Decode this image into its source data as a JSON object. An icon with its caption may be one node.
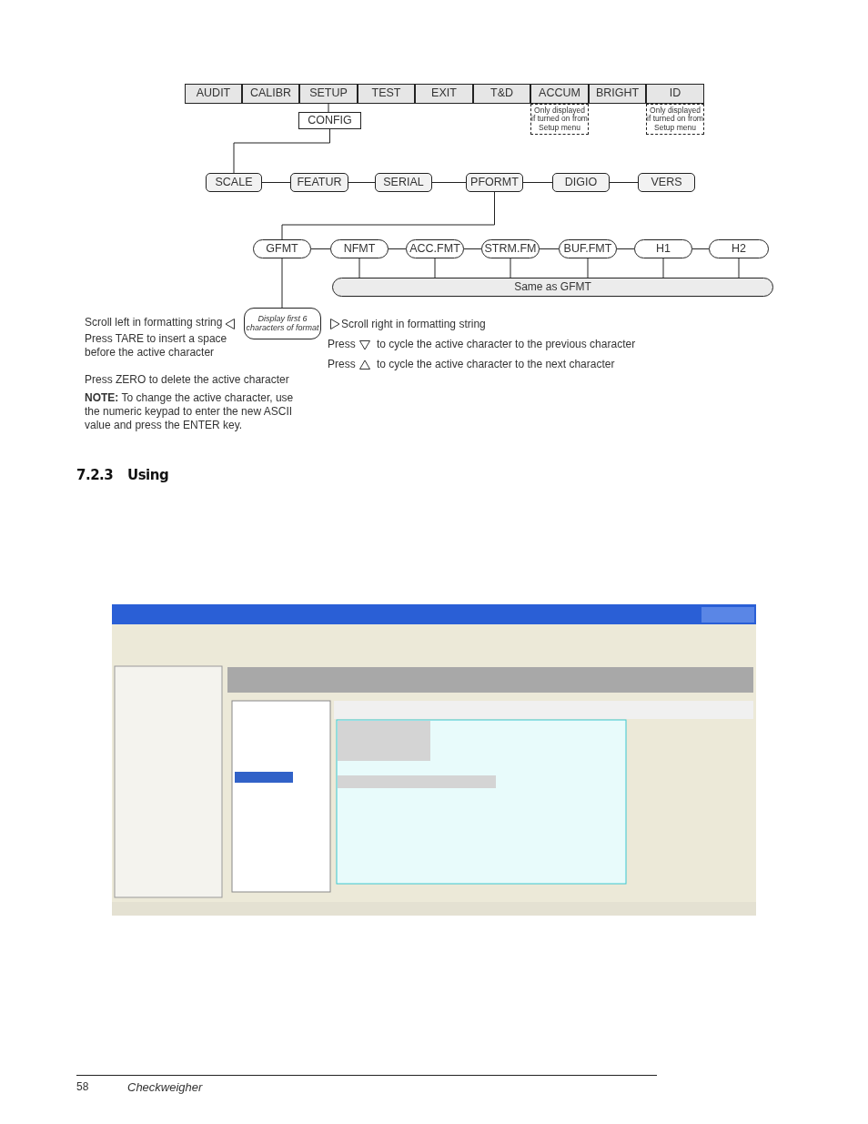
{
  "diagram": {
    "nodes": [
      {
        "text": [
          "AUDIT"
        ]
      },
      {
        "text": [
          "CALIBR"
        ]
      },
      {
        "text": [
          "SETUP"
        ]
      },
      {
        "text": [
          "TEST"
        ]
      },
      {
        "text": [
          "EXIT"
        ]
      },
      {
        "text": [
          "T&D"
        ]
      },
      {
        "text": [
          "ACCUM"
        ]
      },
      {
        "text": [
          "BRIGHT"
        ]
      },
      {
        "text": [
          "ID"
        ]
      },
      {
        "text": [
          "Only displayed if turned on from Setup menu"
        ]
      },
      {
        "text": [
          "CONFIG"
        ]
      },
      {
        "text": [
          "Only displayed if turned on from Setup menu"
        ]
      },
      {
        "text": [
          "SCALE"
        ]
      },
      {
        "text": [
          "FEATUR"
        ]
      },
      {
        "text": [
          "SERIAL"
        ]
      },
      {
        "text": [
          "PFORMT"
        ]
      },
      {
        "text": [
          "DIGIO"
        ]
      },
      {
        "text": [
          "VERS"
        ]
      },
      {
        "text": [
          "GFMT"
        ]
      },
      {
        "text": [
          "NFMT"
        ]
      },
      {
        "text": [
          "ACC.FMT"
        ]
      },
      {
        "text": [
          "STRM.FM"
        ]
      },
      {
        "text": [
          "BUF.FMT"
        ]
      },
      {
        "text": [
          "H1"
        ]
      },
      {
        "text": [
          "H2"
        ]
      },
      {
        "text": [
          "Same as GFMT"
        ]
      },
      {
        "text": [
          "Display first 6 characters of format"
        ]
      }
    ],
    "edges": [
      {
        "from": 2,
        "to": 10,
        "arrow": "none"
      },
      {
        "from": 10,
        "to": 12,
        "arrow": "none"
      },
      {
        "from": 12,
        "to": 13,
        "arrow": "none"
      },
      {
        "from": 13,
        "to": 14,
        "arrow": "none"
      },
      {
        "from": 14,
        "to": 15,
        "arrow": "none"
      },
      {
        "from": 15,
        "to": 16,
        "arrow": "none"
      },
      {
        "from": 16,
        "to": 17,
        "arrow": "none"
      },
      {
        "from": 15,
        "to": 18,
        "arrow": "none"
      },
      {
        "from": 18,
        "to": 19,
        "arrow": "none"
      },
      {
        "from": 19,
        "to": 20,
        "arrow": "none"
      },
      {
        "from": 20,
        "to": 21,
        "arrow": "none"
      },
      {
        "from": 21,
        "to": 22,
        "arrow": "none"
      },
      {
        "from": 22,
        "to": 23,
        "arrow": "none"
      },
      {
        "from": 23,
        "to": 24,
        "arrow": "none"
      },
      {
        "from": 19,
        "to": 25,
        "arrow": "none"
      },
      {
        "from": 20,
        "to": 25,
        "arrow": "none"
      },
      {
        "from": 21,
        "to": 25,
        "arrow": "none"
      },
      {
        "from": 22,
        "to": 25,
        "arrow": "none"
      },
      {
        "from": 23,
        "to": 25,
        "arrow": "none"
      },
      {
        "from": 24,
        "to": 25,
        "arrow": "none"
      },
      {
        "from": 18,
        "to": 26,
        "arrow": "none"
      }
    ],
    "labels": [
      "Scroll left in formatting string",
      "Scroll right in formatting string",
      "Press TARE to insert a space before the active character",
      "Press",
      "to cycle the active character to the previous character",
      "Press",
      "to cycle the active character to the next character",
      "Press ZERO to delete the active character",
      "**NOTE:** To change the active character, use the numeric keypad to enter the new ASCII value and press the ENTER key.",
      "7.2.3",
      "Using",
      "58",
      "Checkweigher"
    ]
  }
}
